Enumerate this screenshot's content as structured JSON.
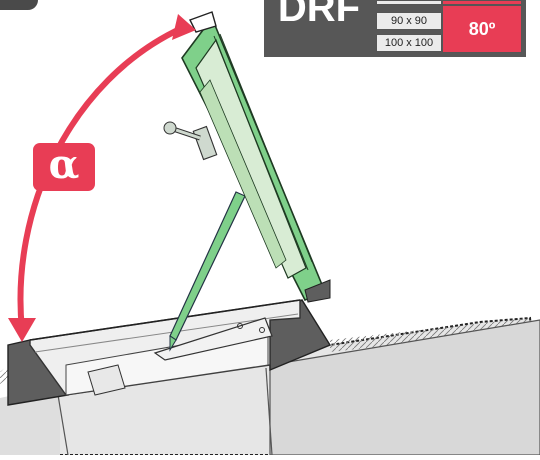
{
  "spec_table": {
    "model_code": "DRF",
    "sizes": [
      "90 x 90",
      "100 x 100"
    ],
    "opening_angle": "80º"
  },
  "angle_badge": {
    "symbol": "α"
  },
  "colors": {
    "accent_red": "#e83d55",
    "frame_green": "#6fbf77",
    "glass_green": "#d9ecd6",
    "dark_grey": "#575757",
    "curb_grey": "#6a6a6a",
    "roof_light": "#eeeeee"
  }
}
